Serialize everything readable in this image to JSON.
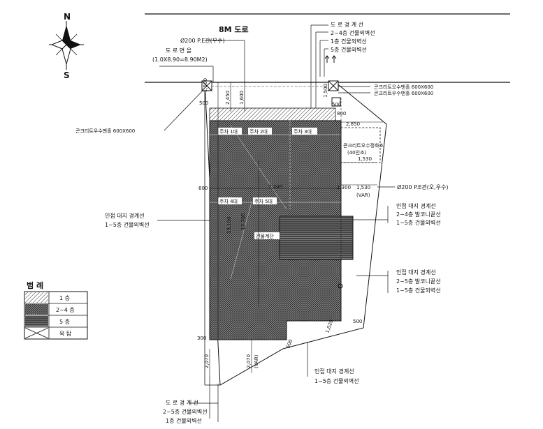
{
  "title": "8M 도로",
  "compass": {
    "north": "N",
    "south": "S"
  },
  "top_labels": {
    "pe_pipe_rain": "Ø200 P.E관(우수)",
    "road_area_1": "도 로 면 을",
    "road_area_2": "(1.0X8.90=8.90M2)",
    "road_boundary": "도 로 경 계 선",
    "line_2_4": "2~4층 건물외벽선",
    "line_1": "1층 건물외벽선",
    "line_5": "5층 건물외벽선"
  },
  "right_labels": {
    "manhole_rain": "콘크리트오수맨홀 600X600",
    "manhole_rain2": "콘크리트우수맨홀 600X600",
    "pe_pipe_sewer": "Ø200 P.E관(오,우수)",
    "adj_a_1": "인접 대지 경계선",
    "adj_a_2": "2~4층 발코니끝선",
    "adj_a_3": "1~5층 건물외벽선",
    "adj_b_1": "인접 대지 경계선",
    "adj_b_2": "2~5층 발코니끝선",
    "adj_b_3": "1~5층 건물외벽선",
    "septic_1": "콘크리트오수정화조",
    "septic_2": "(40인조)"
  },
  "left_labels": {
    "manhole_left": "콘크리트우수맨홀 600X600",
    "adj_left_1": "인접 대지 경계선",
    "adj_left_2": "1~5층 건물외벽선"
  },
  "bottom_labels": {
    "adj_bottom_1": "인접 대지 경계선",
    "adj_bottom_2": "1~5층 건물외벽선",
    "road_boundary": "도 로 경 계 선",
    "line_2_5": "2~5층 건물외벽선",
    "line_1": "1층 건물외벽선"
  },
  "dimensions": {
    "d_1500a": "1,500",
    "d_2450": "2,450",
    "d_1600": "1,600",
    "d_1500b": "1,500",
    "d_500a": "500",
    "d_500b": "500",
    "d_600": "600",
    "d_800": "800",
    "d_2850": "2,850",
    "d_1530": "1,530",
    "d_7200": "7,200",
    "d_1300": "1,300",
    "d_1530b": "1,530",
    "d_var1": "(VAR)",
    "d_13100": "13,100",
    "d_13700": "13,700",
    "d_2070a": "2,070",
    "d_2070b": "2,070",
    "d_var2": "(VAR)",
    "d_1020": "1,020",
    "d_600b": "600",
    "d_300": "300",
    "d_500c": "500"
  },
  "parking": [
    "주차 1대",
    "주차 2대",
    "주차 3대",
    "주차 4대",
    "주차 5대"
  ],
  "stair_label": "건물계단",
  "legend": {
    "title": "범 례",
    "rows": [
      {
        "label": "1 층"
      },
      {
        "label": "2~4 층"
      },
      {
        "label": "5 층"
      },
      {
        "label": "옥 탑"
      }
    ]
  }
}
